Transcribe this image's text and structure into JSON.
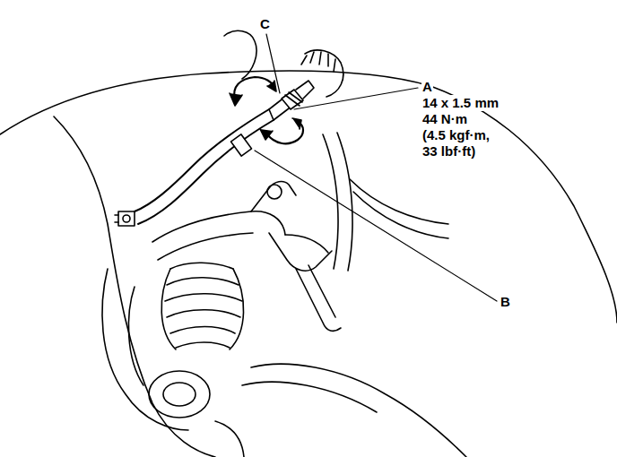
{
  "diagram": {
    "labels": [
      "C",
      "A",
      "14 x 1.5 mm",
      "44 N·m",
      "(4.5 kgf·m,",
      "33 lbf·ft)",
      "B"
    ]
  }
}
